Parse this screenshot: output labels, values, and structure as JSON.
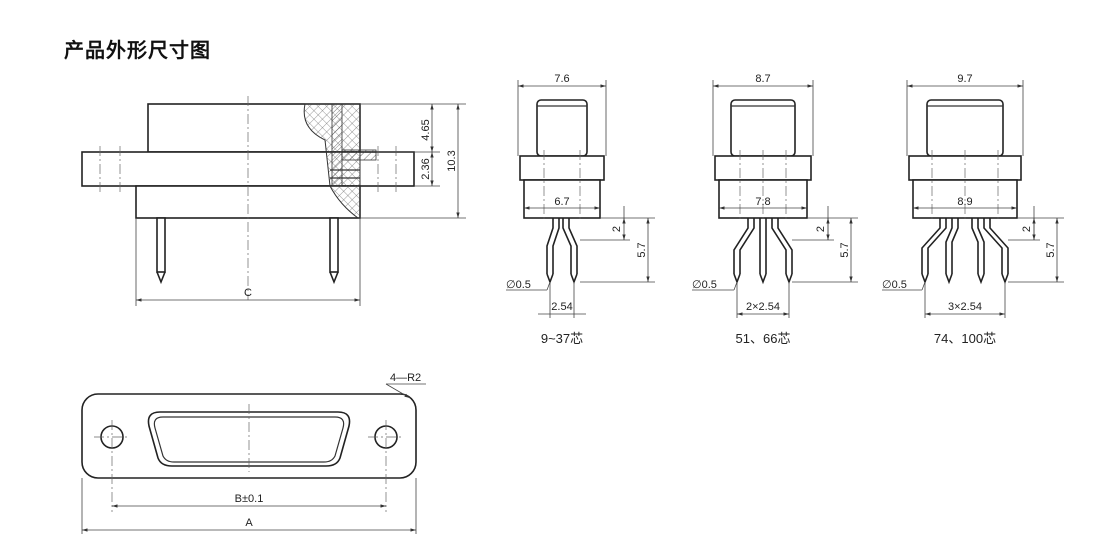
{
  "title": "产品外形尺寸图",
  "side_view": {
    "dim_height_upper": "4.65",
    "dim_flange": "2.36",
    "dim_total": "10.3",
    "dim_c": "C"
  },
  "pin_view_1": {
    "width_top": "7.6",
    "width_body": "6.7",
    "dim_2": "2",
    "dim_57": "5.7",
    "dia": "∅0.5",
    "pitch": "2.54",
    "caption": "9~37芯"
  },
  "pin_view_2": {
    "width_top": "8.7",
    "width_body": "7.8",
    "dim_2": "2",
    "dim_57": "5.7",
    "dia": "∅0.5",
    "pitch": "2×2.54",
    "caption": "51、66芯"
  },
  "pin_view_3": {
    "width_top": "9.7",
    "width_body": "8.9",
    "dim_2": "2",
    "dim_57": "5.7",
    "dia": "∅0.5",
    "pitch": "3×2.54",
    "caption": "74、100芯"
  },
  "front_view": {
    "radius_note": "4—R2",
    "dim_b": "B±0.1",
    "dim_a": "A"
  }
}
